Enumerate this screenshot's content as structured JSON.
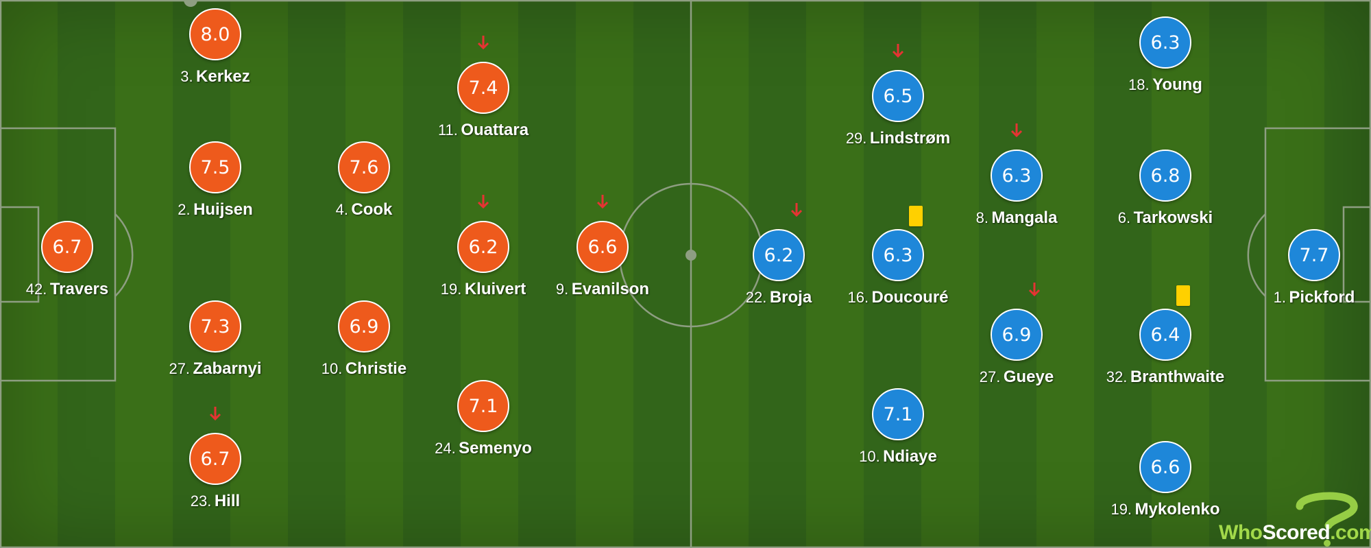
{
  "colors": {
    "home": "#ee5a1c",
    "away": "#1e87d9",
    "pitch": "#3a6f18",
    "line": "#8e9e82",
    "arrow": "#e53333",
    "yellow_card": "#ffd000"
  },
  "home": {
    "players": [
      {
        "rating": "8.0",
        "number": "3.",
        "name": "Kerkez",
        "subbed": false,
        "yellow": false
      },
      {
        "rating": "7.4",
        "number": "11.",
        "name": "Ouattara",
        "subbed": true,
        "yellow": false
      },
      {
        "rating": "7.5",
        "number": "2.",
        "name": "Huijsen",
        "subbed": false,
        "yellow": false
      },
      {
        "rating": "7.6",
        "number": "4.",
        "name": "Cook",
        "subbed": false,
        "yellow": false
      },
      {
        "rating": "6.7",
        "number": "42.",
        "name": "Travers",
        "subbed": false,
        "yellow": false
      },
      {
        "rating": "6.2",
        "number": "19.",
        "name": "Kluivert",
        "subbed": true,
        "yellow": false
      },
      {
        "rating": "6.6",
        "number": "9.",
        "name": "Evanilson",
        "subbed": true,
        "yellow": false
      },
      {
        "rating": "7.3",
        "number": "27.",
        "name": "Zabarnyi",
        "subbed": false,
        "yellow": false
      },
      {
        "rating": "6.9",
        "number": "10.",
        "name": "Christie",
        "subbed": false,
        "yellow": false
      },
      {
        "rating": "7.1",
        "number": "24.",
        "name": "Semenyo",
        "subbed": false,
        "yellow": false
      },
      {
        "rating": "6.7",
        "number": "23.",
        "name": "Hill",
        "subbed": true,
        "yellow": false
      }
    ]
  },
  "away": {
    "players": [
      {
        "rating": "6.3",
        "number": "18.",
        "name": "Young",
        "subbed": false,
        "yellow": false
      },
      {
        "rating": "6.5",
        "number": "29.",
        "name": "Lindstrøm",
        "subbed": true,
        "yellow": false
      },
      {
        "rating": "6.3",
        "number": "8.",
        "name": "Mangala",
        "subbed": true,
        "yellow": false
      },
      {
        "rating": "6.8",
        "number": "6.",
        "name": "Tarkowski",
        "subbed": false,
        "yellow": false
      },
      {
        "rating": "6.2",
        "number": "22.",
        "name": "Broja",
        "subbed": true,
        "yellow": false
      },
      {
        "rating": "6.3",
        "number": "16.",
        "name": "Doucouré",
        "subbed": false,
        "yellow": true
      },
      {
        "rating": "7.7",
        "number": "1.",
        "name": "Pickford",
        "subbed": false,
        "yellow": false
      },
      {
        "rating": "6.9",
        "number": "27.",
        "name": "Gueye",
        "subbed": true,
        "yellow": false
      },
      {
        "rating": "6.4",
        "number": "32.",
        "name": "Branthwaite",
        "subbed": false,
        "yellow": true
      },
      {
        "rating": "7.1",
        "number": "10.",
        "name": "Ndiaye",
        "subbed": false,
        "yellow": false
      },
      {
        "rating": "6.6",
        "number": "19.",
        "name": "Mykolenko",
        "subbed": false,
        "yellow": false
      }
    ]
  },
  "watermark": {
    "who": "Who",
    "scored": "Scored",
    "com": ".com"
  }
}
